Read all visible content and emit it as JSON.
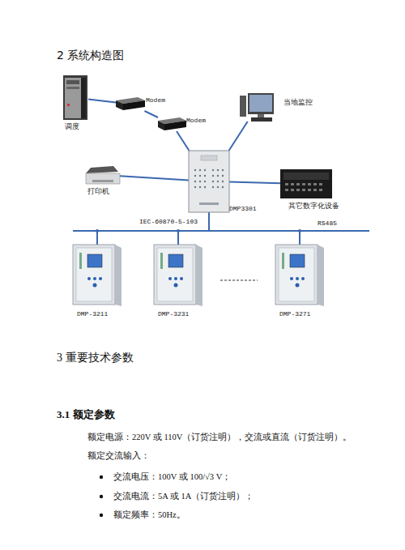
{
  "diagram": {
    "title": "2 系统构造图",
    "nodes": [
      {
        "text": [
          "调度"
        ]
      },
      {
        "text": [
          "Modem"
        ]
      },
      {
        "text": [
          "Modem"
        ]
      },
      {
        "text": [
          "当地监控"
        ]
      },
      {
        "text": [
          "打印机"
        ]
      },
      {
        "text": [
          "DMP3301"
        ]
      },
      {
        "text": [
          "其它数字化设备"
        ]
      },
      {
        "text": [
          "DMP-3211"
        ]
      },
      {
        "text": [
          "DMP-3231"
        ]
      },
      {
        "text": [
          "DMP-3271"
        ]
      }
    ],
    "edges": [
      {
        "from": 0,
        "to": 1,
        "arrow": "none"
      },
      {
        "from": 1,
        "to": 2,
        "arrow": "none"
      },
      {
        "from": 2,
        "to": 5,
        "arrow": "none"
      },
      {
        "from": 3,
        "to": 5,
        "arrow": "none"
      },
      {
        "from": 4,
        "to": 5,
        "arrow": "none"
      },
      {
        "from": 5,
        "to": 6,
        "arrow": "none"
      },
      {
        "from": 5,
        "to": 7,
        "arrow": "none"
      },
      {
        "from": 5,
        "to": 8,
        "arrow": "none"
      },
      {
        "from": 5,
        "to": 9,
        "arrow": "none"
      }
    ],
    "labels": [
      "IEC-60870-5-103",
      "RS485",
      "3 重要技术参数",
      "3.1 额定参数",
      "额定电源：220V 或 110V（订货注明），交流或直流（订货注明）。",
      "额定交流输入：",
      "交流电压：100V 或 100/√3 V；",
      "交流电流：5A 或 1A（订货注明）；",
      "额定频率：50Hz。"
    ]
  }
}
